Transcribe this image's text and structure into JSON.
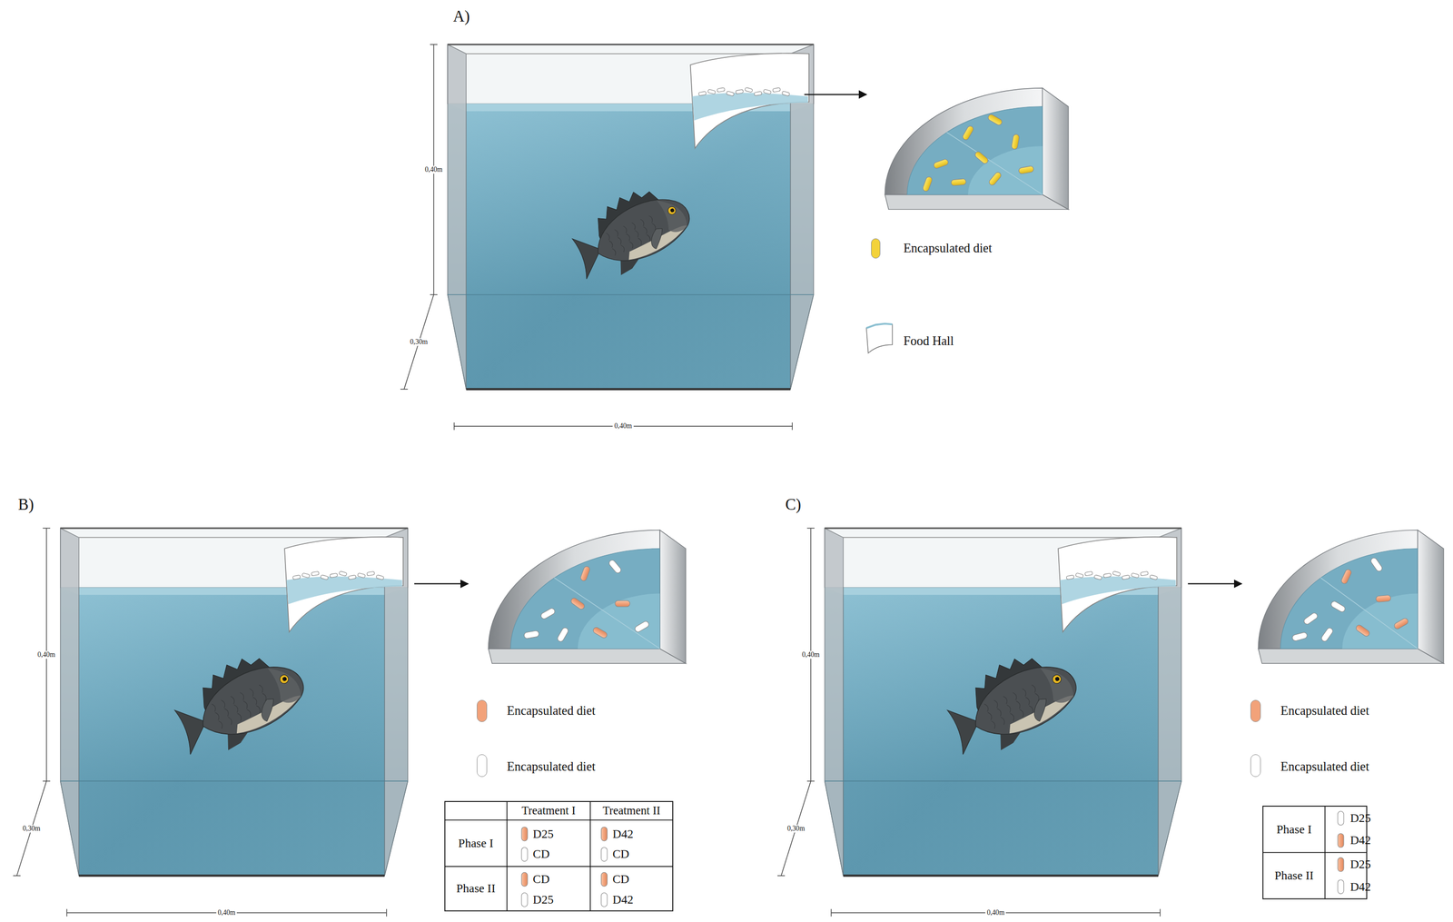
{
  "diagram": {
    "labels": [
      "A)",
      "0,40m",
      "0,30m",
      "0,40m",
      "B)",
      "0,40m",
      "0,30m",
      "0,40m",
      "Treatment I",
      "Treatment II",
      "Phase I",
      "D25",
      "CD",
      "D42",
      "CD",
      "Phase II",
      "CD",
      "D25",
      "CD",
      "D42",
      "C)",
      "0,40m",
      "0,30m",
      "0,40m",
      "Phase I",
      "D25",
      "D42",
      "Phase II",
      "D25",
      "D42"
    ],
    "legend": [
      {
        "text": "Encapsulated diet",
        "color": "#f3d23a"
      },
      {
        "text": "Food Hall"
      },
      {
        "text": "Encapsulated diet",
        "color": "#f2a27a"
      },
      {
        "text": "Encapsulated diet",
        "color": "#ffffff"
      },
      {
        "text": "Encapsulated diet",
        "color": "#f2a27a"
      },
      {
        "text": "Encapsulated diet",
        "color": "#ffffff"
      }
    ]
  }
}
